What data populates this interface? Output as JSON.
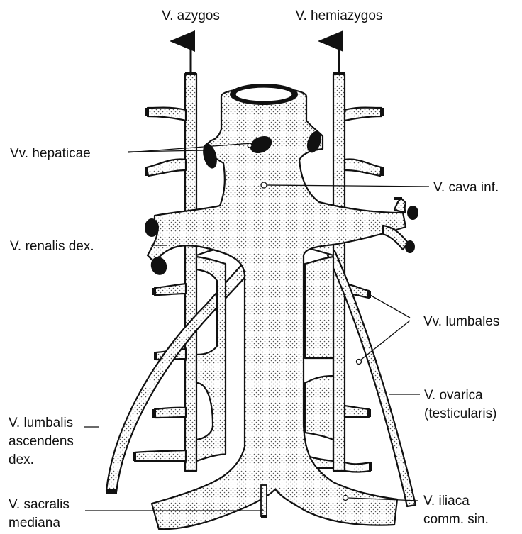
{
  "labels": {
    "azygos": "V. azygos",
    "hemiazygos": "V. hemiazygos",
    "hepaticae": "Vv. hepaticae",
    "cava_inf": "V. cava inf.",
    "renalis_dex": "V. renalis dex.",
    "lumbales": "Vv. lumbales",
    "ovarica_line1": "V. ovarica",
    "ovarica_line2": "(testicularis)",
    "lumbalis_asc_line1": "V. lumbalis",
    "lumbalis_asc_line2": "ascendens",
    "lumbalis_asc_line3": "dex.",
    "sacralis_line1": "V. sacralis",
    "sacralis_line2": "mediana",
    "iliaca_line1": "V. iliaca",
    "iliaca_line2": "comm. sin."
  },
  "colors": {
    "ink": "#111111",
    "background": "#ffffff"
  }
}
